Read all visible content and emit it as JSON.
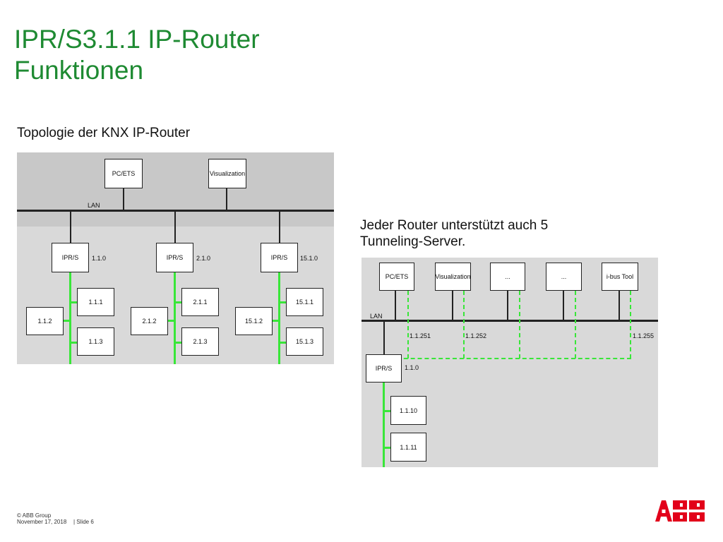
{
  "slide": {
    "title_line1": "IPR/S3.1.1 IP-Router",
    "title_line2": "Funktionen",
    "subtitle": "Topologie der KNX IP-Router",
    "note": "Jeder Router unterstützt auch 5 Tunneling-Server."
  },
  "diagram1": {
    "top_devices": [
      "PC/ETS",
      "Visualization"
    ],
    "lan_label": "LAN",
    "routers": [
      {
        "label": "IPR/S",
        "address": "1.1.0",
        "devices": [
          "1.1.1",
          "1.1.2",
          "1.1.3"
        ]
      },
      {
        "label": "IPR/S",
        "address": "2.1.0",
        "devices": [
          "2.1.1",
          "2.1.2",
          "2.1.3"
        ]
      },
      {
        "label": "IPR/S",
        "address": "15.1.0",
        "devices": [
          "15.1.1",
          "15.1.2",
          "15.1.3"
        ]
      }
    ]
  },
  "diagram2": {
    "top_devices": [
      "PC/ETS",
      "Visualization",
      "...",
      "...",
      "i-bus Tool"
    ],
    "lan_label": "LAN",
    "tunnel_addresses": [
      "1.1.251",
      "1.1.252",
      "1.1.255"
    ],
    "router": {
      "label": "IPR/S",
      "address": "1.1.0"
    },
    "devices": [
      "1.1.10",
      "1.1.11"
    ]
  },
  "footer": {
    "copyright": "© ABB Group",
    "date": "November 17, 2018",
    "slide": "| Slide 6"
  },
  "colors": {
    "title": "#1e8a32",
    "knx_line": "#39e639",
    "logo": "#e2001a",
    "bg_dark": "#c8c8c8",
    "bg_light": "#d9d9d9"
  }
}
